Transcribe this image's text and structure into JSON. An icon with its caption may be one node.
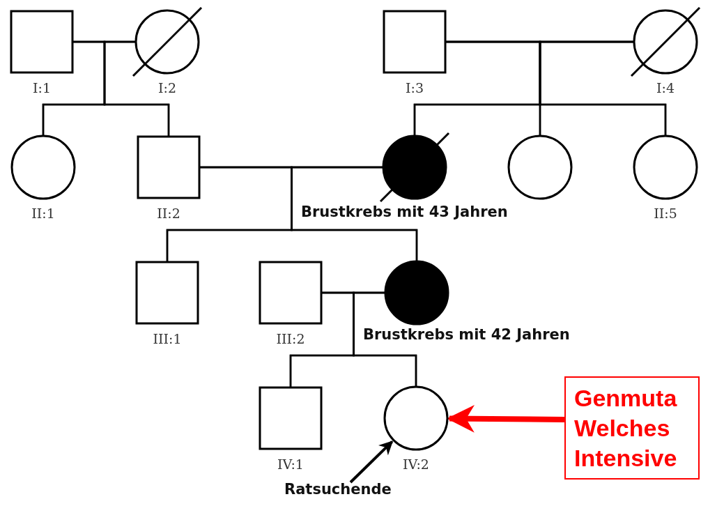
{
  "diagram": {
    "nodes": [
      {
        "text": [
          "I:1"
        ]
      },
      {
        "text": [
          "I:2"
        ]
      },
      {
        "text": [
          "I:3"
        ]
      },
      {
        "text": [
          "I:4"
        ]
      },
      {
        "text": [
          "II:1"
        ]
      },
      {
        "text": [
          "II:2"
        ]
      },
      {
        "text": [],
        "shape": "circle",
        "beside": [
          "Brustkrebs mit 43 Jahren"
        ]
      },
      {
        "text": [],
        "shape": "circle"
      },
      {
        "text": [
          "II:5"
        ]
      },
      {
        "text": [
          "III:1"
        ]
      },
      {
        "text": [
          "III:2"
        ]
      },
      {
        "text": [],
        "shape": "circle",
        "beside": [
          "Brustkrebs mit 42 Jahren"
        ]
      },
      {
        "text": [
          "IV:1"
        ]
      },
      {
        "text": [
          "IV:2"
        ]
      },
      {
        "text": [
          "Ratsuchende"
        ]
      },
      {
        "text": [
          "Genmuta Welches Intensive"
        ]
      }
    ],
    "edges": [
      {
        "from": 0,
        "to": 1,
        "arrow": "none"
      },
      {
        "from": 0,
        "to": 4,
        "arrow": "none"
      },
      {
        "from": 1,
        "to": 4,
        "arrow": "none"
      },
      {
        "from": 0,
        "to": 5,
        "arrow": "none"
      },
      {
        "from": 1,
        "to": 5,
        "arrow": "none"
      },
      {
        "from": 2,
        "to": 3,
        "arrow": "none"
      },
      {
        "from": 2,
        "to": 6,
        "arrow": "none"
      },
      {
        "from": 3,
        "to": 6,
        "arrow": "none"
      },
      {
        "from": 2,
        "to": 7,
        "arrow": "none"
      },
      {
        "from": 3,
        "to": 7,
        "arrow": "none"
      },
      {
        "from": 2,
        "to": 8,
        "arrow": "none"
      },
      {
        "from": 3,
        "to": 8,
        "arrow": "none"
      },
      {
        "from": 5,
        "to": 6,
        "arrow": "none"
      },
      {
        "from": 5,
        "to": 9,
        "arrow": "none"
      },
      {
        "from": 6,
        "to": 9,
        "arrow": "none"
      },
      {
        "from": 5,
        "to": 11,
        "arrow": "none"
      },
      {
        "from": 6,
        "to": 11,
        "arrow": "none"
      },
      {
        "from": 10,
        "to": 11,
        "arrow": "none"
      },
      {
        "from": 10,
        "to": 12,
        "arrow": "none"
      },
      {
        "from": 11,
        "to": 12,
        "arrow": "none"
      },
      {
        "from": 10,
        "to": 13,
        "arrow": "none"
      },
      {
        "from": 11,
        "to": 13,
        "arrow": "none"
      },
      {
        "from": 14,
        "to": 13,
        "arrow": "to"
      },
      {
        "from": 15,
        "to": 13,
        "arrow": "to",
        "style": "thick",
        "color": "#ff0000"
      }
    ]
  }
}
